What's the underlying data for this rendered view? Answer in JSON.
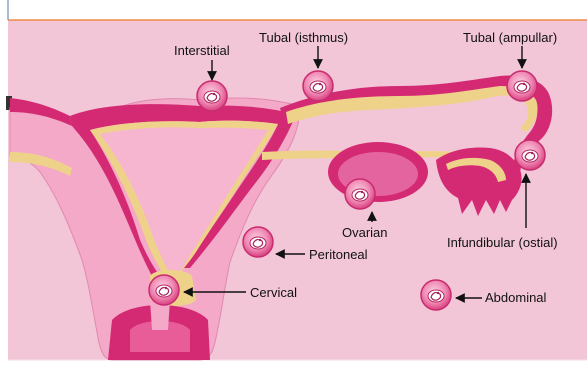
{
  "labels": {
    "interstitial": "Interstitial",
    "tubal_isthmus": "Tubal (isthmus)",
    "tubal_ampullar": "Tubal (ampullar)",
    "ovarian": "Ovarian",
    "infundibular": "Infundibular (ostial)",
    "peritoneal": "Peritoneal",
    "cervical": "Cervical",
    "abdominal": "Abdominal"
  },
  "colors": {
    "background": "#f2c6d6",
    "uterus_tissue": "#f3a9c7",
    "uterus_wall": "#d42a74",
    "cavity_lining": "#efd28a",
    "embryo_sac": "#e7609d",
    "top_rule": "#f08a4b",
    "arrow": "#111111"
  },
  "icons": [
    "embryo-sac-icon",
    "arrow-icon"
  ]
}
